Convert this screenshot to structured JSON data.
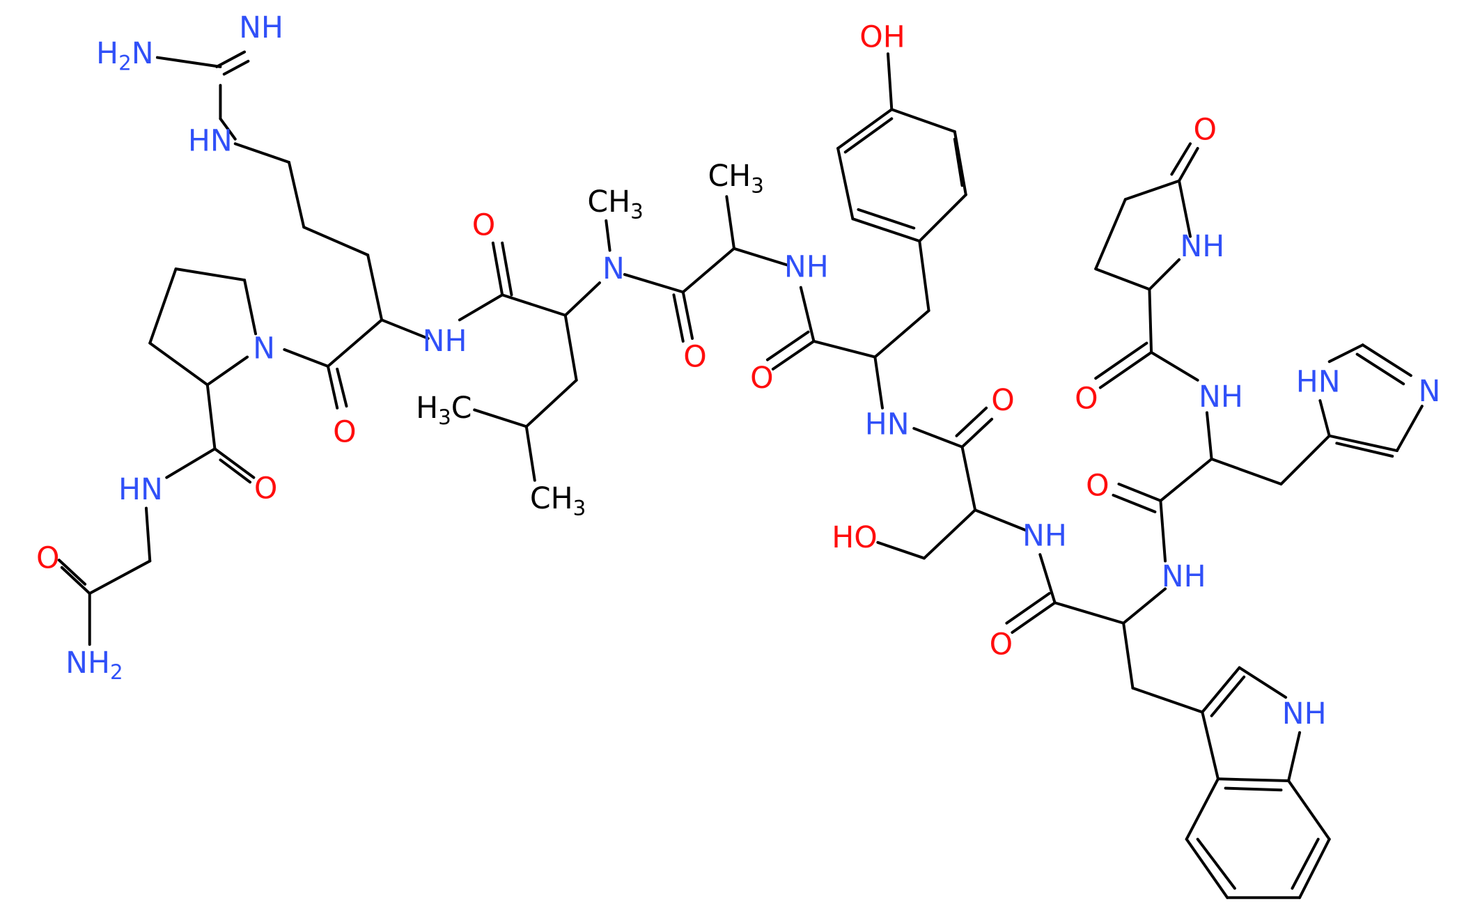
{
  "colors": {
    "background": "#ffffff",
    "bond": "#000000",
    "nitrogen": "#3050F8",
    "oxygen": "#FF0D0D",
    "carbon": "#000000"
  },
  "atoms": [
    {
      "id": "guan_nh",
      "label": "NH",
      "sub": "",
      "element": "N"
    },
    {
      "id": "guan_h2n",
      "label": "H",
      "sub": "2",
      "tail": "N",
      "element": "N"
    },
    {
      "id": "guan_hn",
      "label": "HN",
      "sub": "",
      "element": "N"
    },
    {
      "id": "pro_n",
      "label": "N",
      "sub": "",
      "element": "N"
    },
    {
      "id": "arg_nh",
      "label": "NH",
      "sub": "",
      "element": "N"
    },
    {
      "id": "arg_co",
      "label": "O",
      "sub": "",
      "element": "O"
    },
    {
      "id": "leu_co",
      "label": "O",
      "sub": "",
      "element": "O"
    },
    {
      "id": "nme_ch3",
      "label": "CH",
      "sub": "3",
      "element": "C"
    },
    {
      "id": "nme_n",
      "label": "N",
      "sub": "",
      "element": "N"
    },
    {
      "id": "ala_ch3",
      "label": "CH",
      "sub": "3",
      "element": "C"
    },
    {
      "id": "leu_h3c",
      "label": "H",
      "sub": "3",
      "tail": "C",
      "element": "C"
    },
    {
      "id": "leu_ch3",
      "label": "CH",
      "sub": "3",
      "element": "C"
    },
    {
      "id": "ala_co",
      "label": "O",
      "sub": "",
      "element": "O"
    },
    {
      "id": "ala_nh",
      "label": "NH",
      "sub": "",
      "element": "N"
    },
    {
      "id": "tyr_oh",
      "label": "OH",
      "sub": "",
      "element": "O"
    },
    {
      "id": "tyr_co",
      "label": "O",
      "sub": "",
      "element": "O"
    },
    {
      "id": "tyr_hn",
      "label": "HN",
      "sub": "",
      "element": "N"
    },
    {
      "id": "ser_co",
      "label": "O",
      "sub": "",
      "element": "O"
    },
    {
      "id": "pro_co",
      "label": "O",
      "sub": "",
      "element": "O"
    },
    {
      "id": "gly_hn",
      "label": "HN",
      "sub": "",
      "element": "N"
    },
    {
      "id": "gly_co",
      "label": "O",
      "sub": "",
      "element": "O"
    },
    {
      "id": "gly_nh2",
      "label": "NH",
      "sub": "2",
      "element": "N"
    },
    {
      "id": "ser_ho",
      "label": "HO",
      "sub": "",
      "element": "O"
    },
    {
      "id": "ser_nh",
      "label": "NH",
      "sub": "",
      "element": "N"
    },
    {
      "id": "trp_co",
      "label": "O",
      "sub": "",
      "element": "O"
    },
    {
      "id": "trp_nh",
      "label": "NH",
      "sub": "",
      "element": "N"
    },
    {
      "id": "his_co",
      "label": "O",
      "sub": "",
      "element": "O"
    },
    {
      "id": "indole_nh",
      "label": "NH",
      "sub": "",
      "element": "N"
    },
    {
      "id": "pyro_o",
      "label": "O",
      "sub": "",
      "element": "O"
    },
    {
      "id": "pyro_nh",
      "label": "NH",
      "sub": "",
      "element": "N"
    },
    {
      "id": "pyro_co",
      "label": "O",
      "sub": "",
      "element": "O"
    },
    {
      "id": "his_nh",
      "label": "NH",
      "sub": "",
      "element": "N"
    },
    {
      "id": "imid_hn",
      "label": "HN",
      "sub": "",
      "element": "N"
    },
    {
      "id": "imid_n",
      "label": "N",
      "sub": "",
      "element": "N"
    }
  ]
}
